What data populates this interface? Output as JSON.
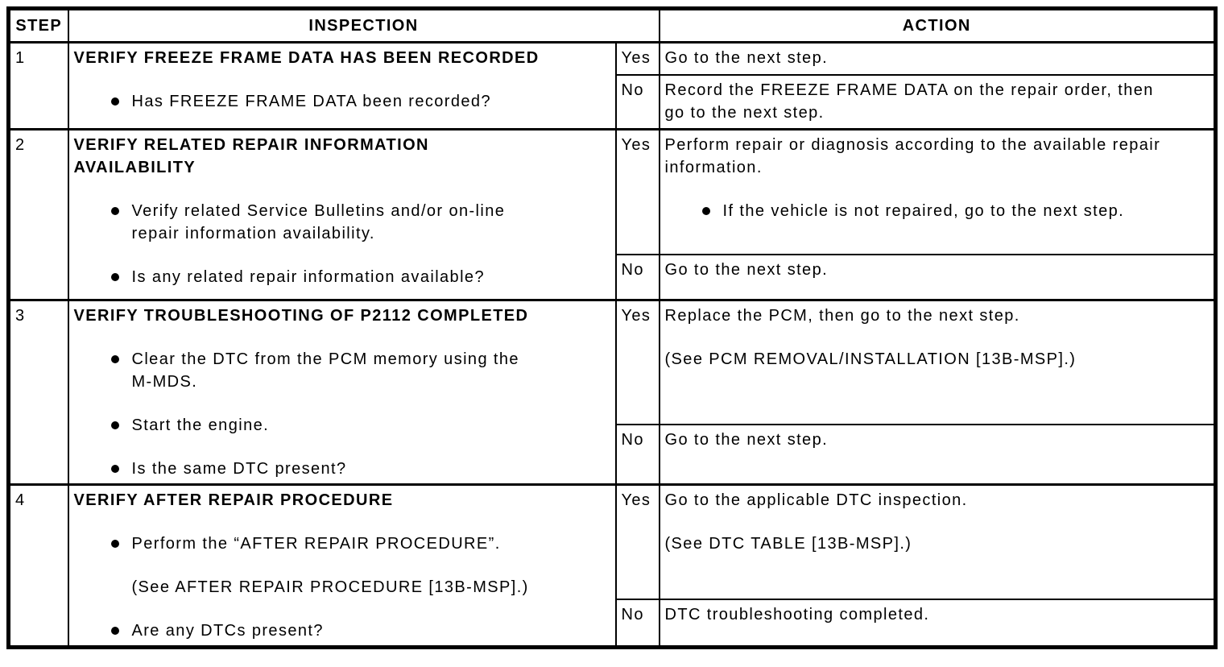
{
  "table": {
    "headers": {
      "step": "STEP",
      "inspection": "INSPECTION",
      "action": "ACTION"
    },
    "rows": [
      {
        "step": "1",
        "inspection": {
          "title_lines": [
            "VERIFY FREEZE FRAME DATA HAS BEEN RECORDED"
          ],
          "items": [
            {
              "bullet": true,
              "lines": [
                "Has FREEZE FRAME DATA been recorded?"
              ]
            }
          ]
        },
        "yes": {
          "label": "Yes",
          "blocks": [
            {
              "bullet": false,
              "lines": [
                "Go to the next step."
              ]
            }
          ]
        },
        "no": {
          "label": "No",
          "blocks": [
            {
              "bullet": false,
              "lines": [
                "Record the FREEZE FRAME DATA on the repair order, then",
                "go to the next step."
              ]
            }
          ]
        }
      },
      {
        "step": "2",
        "inspection": {
          "title_lines": [
            "VERIFY RELATED REPAIR INFORMATION",
            "AVAILABILITY"
          ],
          "items": [
            {
              "bullet": true,
              "lines": [
                "Verify related Service Bulletins and/or on-line",
                "repair information availability."
              ]
            },
            {
              "bullet": true,
              "lines": [
                "Is any related repair information available?"
              ]
            }
          ]
        },
        "yes": {
          "label": "Yes",
          "blocks": [
            {
              "bullet": false,
              "lines": [
                "Perform repair or diagnosis according to the available repair",
                "information."
              ]
            },
            {
              "bullet": true,
              "lines": [
                "If the vehicle is not repaired, go to the next step."
              ]
            }
          ]
        },
        "no": {
          "label": "No",
          "blocks": [
            {
              "bullet": false,
              "lines": [
                "Go to the next step."
              ]
            }
          ]
        }
      },
      {
        "step": "3",
        "inspection": {
          "title_lines": [
            "VERIFY TROUBLESHOOTING OF P2112 COMPLETED"
          ],
          "items": [
            {
              "bullet": true,
              "lines": [
                "Clear the DTC from the PCM memory using the",
                "M-MDS."
              ]
            },
            {
              "bullet": true,
              "lines": [
                "Start the engine."
              ]
            },
            {
              "bullet": true,
              "lines": [
                "Is the same DTC present?"
              ]
            }
          ]
        },
        "yes": {
          "label": "Yes",
          "blocks": [
            {
              "bullet": false,
              "lines": [
                "Replace the PCM, then go to the next step."
              ]
            },
            {
              "bullet": false,
              "lines": [
                "(See PCM REMOVAL/INSTALLATION [13B-MSP].)"
              ]
            }
          ]
        },
        "no": {
          "label": "No",
          "blocks": [
            {
              "bullet": false,
              "lines": [
                "Go to the next step."
              ]
            }
          ]
        }
      },
      {
        "step": "4",
        "inspection": {
          "title_lines": [
            "VERIFY AFTER REPAIR PROCEDURE"
          ],
          "items": [
            {
              "bullet": true,
              "lines": [
                "Perform the “AFTER REPAIR PROCEDURE”."
              ]
            },
            {
              "bullet": false,
              "lines": [
                "(See AFTER REPAIR PROCEDURE [13B-MSP].)"
              ]
            },
            {
              "bullet": true,
              "lines": [
                "Are any DTCs present?"
              ]
            }
          ]
        },
        "yes": {
          "label": "Yes",
          "blocks": [
            {
              "bullet": false,
              "lines": [
                "Go to the applicable DTC inspection."
              ]
            },
            {
              "bullet": false,
              "lines": [
                "(See DTC TABLE [13B-MSP].)"
              ]
            }
          ]
        },
        "no": {
          "label": "No",
          "blocks": [
            {
              "bullet": false,
              "lines": [
                "DTC troubleshooting completed."
              ]
            }
          ]
        }
      }
    ]
  }
}
